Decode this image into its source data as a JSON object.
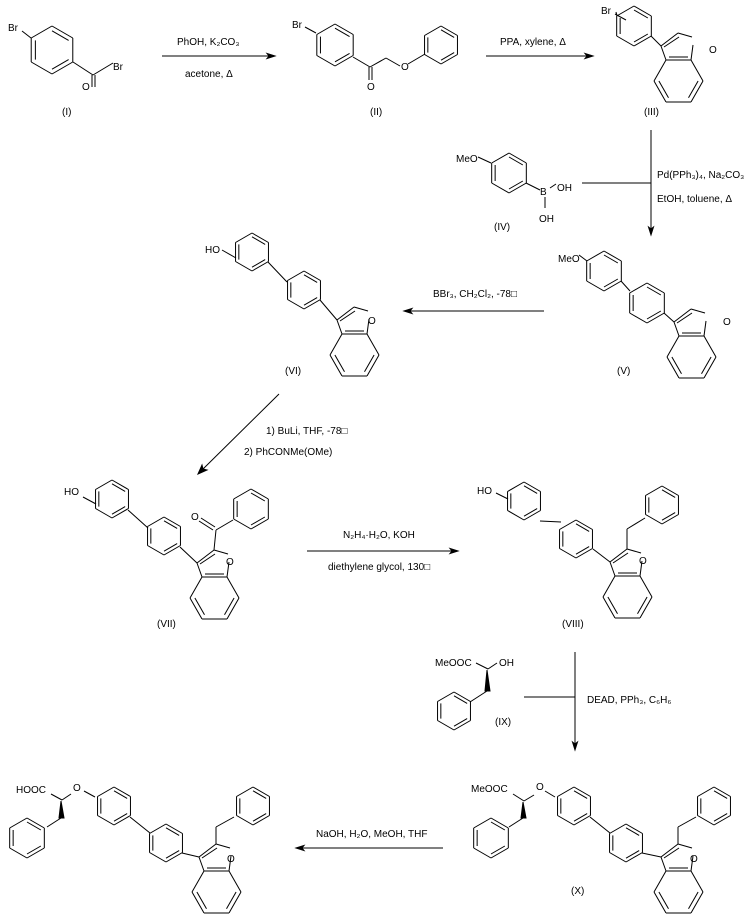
{
  "title": "Synthesis scheme of benzofuran-biphenyl phenylpropanoic acid",
  "compounds": {
    "I": {
      "label": "(I)",
      "atoms": {
        "br1": "Br",
        "br2": "Br",
        "o": "O"
      }
    },
    "II": {
      "label": "(II)",
      "atoms": {
        "br": "Br",
        "o_ketone": "O",
        "o_ether": "O"
      }
    },
    "III": {
      "label": "(III)",
      "atoms": {
        "br": "Br",
        "o": "O"
      }
    },
    "IV": {
      "label": "(IV)",
      "atoms": {
        "meo": "MeO",
        "b": "B",
        "oh1": "OH",
        "oh2": "OH"
      }
    },
    "V": {
      "label": "(V)",
      "atoms": {
        "meo": "MeO",
        "o": "O"
      }
    },
    "VI": {
      "label": "(VI)",
      "atoms": {
        "ho": "HO",
        "o": "O"
      }
    },
    "VII": {
      "label": "(VII)",
      "atoms": {
        "ho": "HO",
        "o_ketone": "O",
        "o": "O"
      }
    },
    "VIII": {
      "label": "(VIII)",
      "atoms": {
        "ho": "HO",
        "o": "O"
      }
    },
    "IX": {
      "label": "(IX)",
      "atoms": {
        "ester": "MeOOC",
        "oh": "OH"
      }
    },
    "X": {
      "label": "(X)",
      "atoms": {
        "ester": "MeOOC",
        "o_ether": "O",
        "o": "O"
      }
    },
    "final": {
      "label": "",
      "atoms": {
        "acid": "HOOC",
        "o_ether": "O",
        "o": "O"
      }
    }
  },
  "reactions": [
    {
      "step": 1,
      "above": "PhOH, K₂CO₃",
      "below": "acetone, Δ"
    },
    {
      "step": 2,
      "above": "PPA, xylene, Δ",
      "below": ""
    },
    {
      "step": 3,
      "above": "Pd(PPh₃)₄, Na₂CO₃",
      "below": "EtOH, toluene, Δ"
    },
    {
      "step": 4,
      "above": "BBr₃, CH₂Cl₂, -78□",
      "below": ""
    },
    {
      "step": 5,
      "above": "1) BuLi, THF, -78□",
      "below": "2) PhCONMe(OMe)"
    },
    {
      "step": 6,
      "above": "N₂H₄·H₂O, KOH",
      "below": "diethylene glycol, 130□"
    },
    {
      "step": 7,
      "above": "DEAD, PPh₃, C₆H₆",
      "below": ""
    },
    {
      "step": 8,
      "above": "NaOH, H₂O, MeOH, THF",
      "below": ""
    }
  ]
}
